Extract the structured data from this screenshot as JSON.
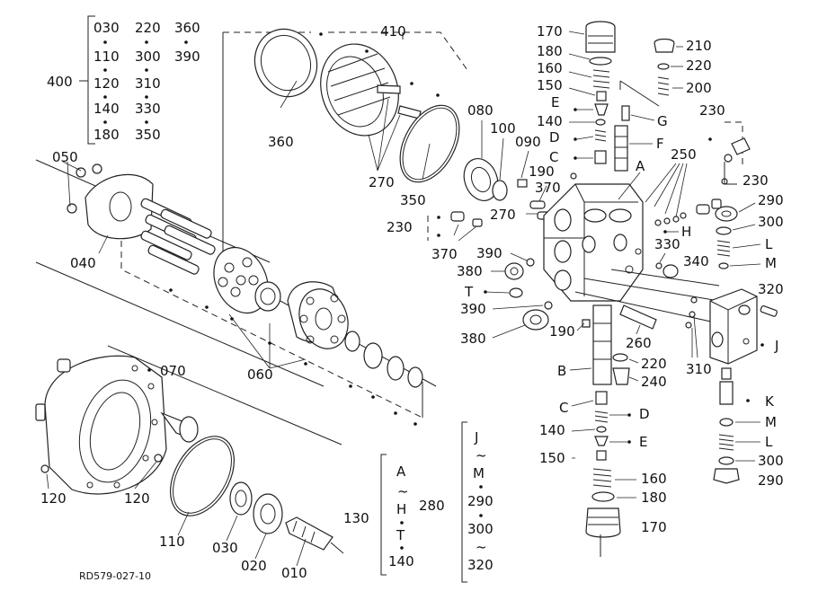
{
  "drawing_code": "RD579-027-10",
  "groups": {
    "g400": {
      "parent": "400",
      "cols": [
        [
          "030",
          "110",
          "120",
          "140",
          "180"
        ],
        [
          "220",
          "300",
          "310",
          "330",
          "350"
        ],
        [
          "360",
          "390"
        ]
      ]
    },
    "g130": {
      "parent": "130",
      "top": "A",
      "mid1": "H",
      "mid2": "T",
      "bottom": "140"
    },
    "g280": {
      "parent": "280",
      "top": "J",
      "mid1": "M",
      "mid2": "290",
      "mid3": "300",
      "bottom": "320"
    },
    "tilde": "~"
  },
  "labels": {
    "p010": "010",
    "p020": "020",
    "p030": "030",
    "p040": "040",
    "p050": "050",
    "p060": "060",
    "p070": "070",
    "p080": "080",
    "p090": "090",
    "p100": "100",
    "p110": "110",
    "p120a": "120",
    "p120b": "120",
    "p140a": "140",
    "p140b": "140",
    "p150a": "150",
    "p150b": "150",
    "p160a": "160",
    "p160b": "160",
    "p170a": "170",
    "p170b": "170",
    "p180a": "180",
    "p180b": "180",
    "p190a": "190",
    "p190b": "190",
    "p200": "200",
    "p210": "210",
    "p220a": "220",
    "p220b": "220",
    "p230a": "230",
    "p230b": "230",
    "p230c": "230",
    "p240": "240",
    "p250": "250",
    "p260": "260",
    "p270a": "270",
    "p270b": "270",
    "p290a": "290",
    "p290b": "290",
    "p300a": "300",
    "p300b": "300",
    "p310": "310",
    "p320": "320",
    "p330": "330",
    "p340": "340",
    "p350": "350",
    "p360": "360",
    "p370a": "370",
    "p370b": "370",
    "p380a": "380",
    "p380b": "380",
    "p390a": "390",
    "p390b": "390",
    "p410": "410",
    "A": "A",
    "B": "B",
    "C1": "C",
    "C2": "C",
    "D1": "D",
    "D2": "D",
    "E1": "E",
    "E2": "E",
    "F": "F",
    "G": "G",
    "H": "H",
    "J": "J",
    "K": "K",
    "L1": "L",
    "L2": "L",
    "M1": "M",
    "M2": "M",
    "T": "T"
  }
}
